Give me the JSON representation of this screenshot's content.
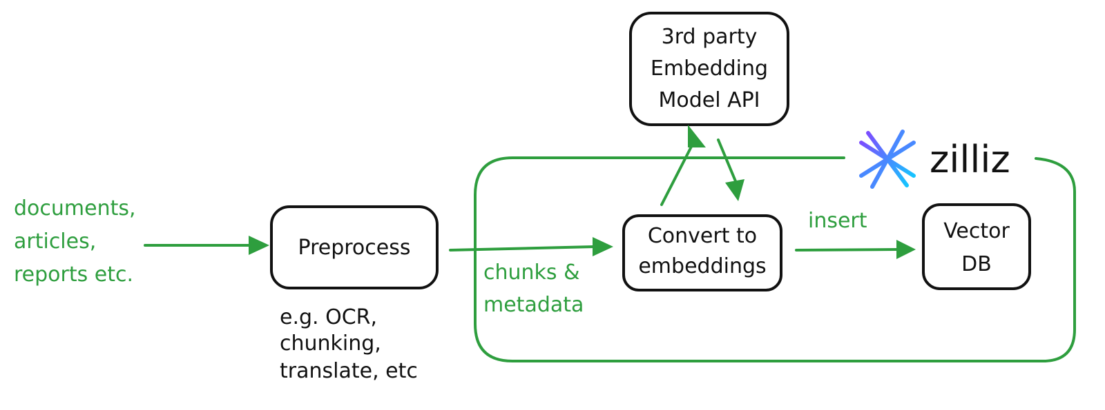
{
  "diagram": {
    "title": "Document ingestion pipeline into Zilliz vector database",
    "colors": {
      "accent": "#2e9e3e",
      "box_stroke": "#111111",
      "logo_gradient_start": "#7b4dff",
      "logo_gradient_end": "#16c4ff"
    },
    "source_label": [
      "documents,",
      "articles,",
      "reports etc."
    ],
    "nodes": {
      "preprocess": {
        "lines": [
          "Preprocess"
        ]
      },
      "convert": {
        "lines": [
          "Convert to",
          "embeddings"
        ]
      },
      "embedding_api": {
        "lines": [
          "3rd party",
          "Embedding",
          "Model API"
        ]
      },
      "vector_db": {
        "lines": [
          "Vector",
          "DB"
        ]
      }
    },
    "preprocess_note": [
      "e.g. OCR,",
      "chunking,",
      "translate, etc"
    ],
    "edge_labels": {
      "chunks": [
        "chunks &",
        "metadata"
      ],
      "insert": "insert"
    },
    "group": {
      "logo_text": "zilliz"
    },
    "edges": [
      {
        "from": "source",
        "to": "preprocess"
      },
      {
        "from": "preprocess",
        "to": "convert",
        "label": "chunks & metadata"
      },
      {
        "from": "convert",
        "to": "embedding_api"
      },
      {
        "from": "embedding_api",
        "to": "convert"
      },
      {
        "from": "convert",
        "to": "vector_db",
        "label": "insert"
      }
    ]
  }
}
